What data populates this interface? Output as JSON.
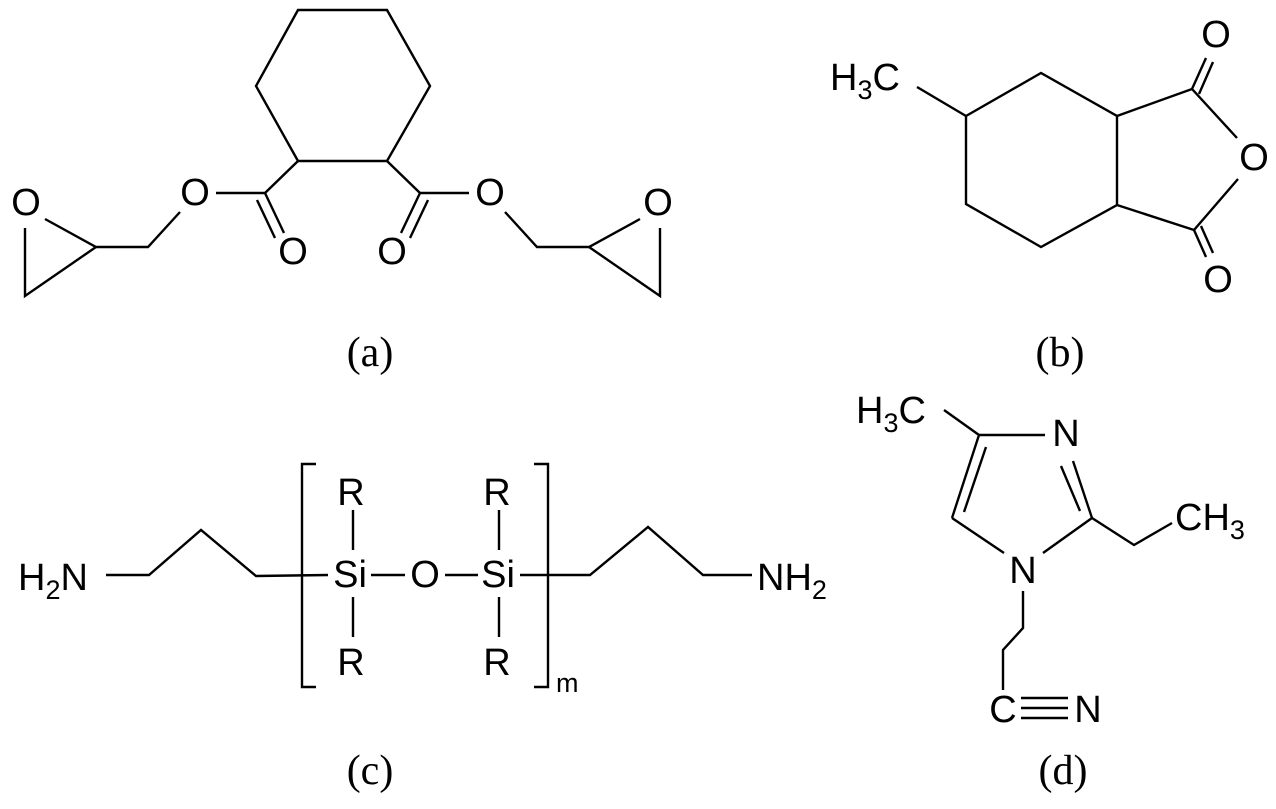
{
  "captions": {
    "a": "(a)",
    "b": "(b)",
    "c": "(c)",
    "d": "(d)"
  },
  "structure_a": {
    "atoms": {
      "epoxide_o_left": "O",
      "ester_o_left": "O",
      "carbonyl_o_left": "O",
      "carbonyl_o_right": "O",
      "ester_o_right": "O",
      "epoxide_o_right": "O"
    }
  },
  "structure_b": {
    "methyl": {
      "h": "H",
      "sub": "3",
      "c": "C"
    },
    "atoms": {
      "carbonyl_o_top": "O",
      "ring_o": "O",
      "carbonyl_o_bottom": "O"
    }
  },
  "structure_c": {
    "amine_left": {
      "h": "H",
      "sub": "2",
      "n": "N"
    },
    "amine_right": {
      "nh": "NH",
      "sub": "2"
    },
    "si_left": "Si",
    "si_right": "Si",
    "bridge_o": "O",
    "r_groups": [
      "R",
      "R",
      "R",
      "R"
    ],
    "repeat_subscript": "m"
  },
  "structure_d": {
    "methyl": {
      "h": "H",
      "sub": "3",
      "c": "C"
    },
    "ethyl_ch3": {
      "ch": "CH",
      "sub": "3"
    },
    "n3": "N",
    "n1": "N",
    "nitrile": {
      "c": "C",
      "n": "N"
    }
  }
}
